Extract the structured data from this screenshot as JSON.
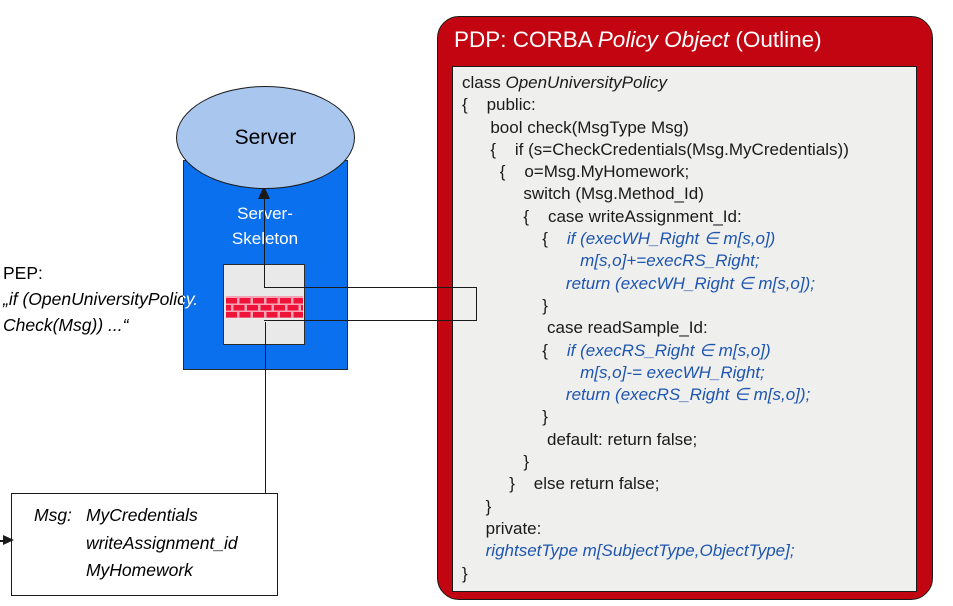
{
  "colors": {
    "pdp_red": "#c20511",
    "code_blue": "#1e55b0",
    "server_blue": "#0a70ee",
    "ellipse_blue": "#a9c6ef",
    "brick_red": "#ee1439",
    "mortar_pink": "#f7a3b5"
  },
  "server": {
    "label": "Server",
    "skeleton_line1": "Server-",
    "skeleton_line2": "Skeleton"
  },
  "pep": {
    "line1": "PEP:",
    "line2": "„if (OpenUniversityPolicy.",
    "line3": "Check(Msg)) ...“"
  },
  "msg_box": {
    "label": "Msg:",
    "items": [
      "MyCredentials",
      "writeAssignment_id",
      "MyHomework"
    ]
  },
  "pdp": {
    "title_segments": [
      {
        "t": "PDP: CORBA ",
        "s": "n"
      },
      {
        "t": "Policy Object",
        "s": "i"
      },
      {
        "t": " (Outline)",
        "s": "n"
      }
    ],
    "code_lines": [
      {
        "segs": [
          {
            "t": "class ",
            "s": "k"
          },
          {
            "t": "OpenUniversityPolicy",
            "s": "ki"
          }
        ]
      },
      {
        "segs": [
          {
            "t": "{    public:",
            "s": "k"
          }
        ]
      },
      {
        "segs": [
          {
            "t": "      bool check(MsgType Msg)",
            "s": "k"
          }
        ]
      },
      {
        "segs": [
          {
            "t": "      {    if (s=CheckCredentials(Msg.MyCredentials))",
            "s": "k"
          }
        ]
      },
      {
        "segs": [
          {
            "t": "        {    o=Msg.MyHomework;",
            "s": "k"
          }
        ]
      },
      {
        "segs": [
          {
            "t": "             switch (Msg.Method_Id)",
            "s": "k"
          }
        ]
      },
      {
        "segs": [
          {
            "t": "             {    case writeAssignment_Id:",
            "s": "k"
          }
        ]
      },
      {
        "segs": [
          {
            "t": "                 {    ",
            "s": "k"
          },
          {
            "t": "if (execWH_Right ∈ m[s,o])",
            "s": "b"
          }
        ]
      },
      {
        "segs": [
          {
            "t": "                         m[s,o]+=execRS_Right;",
            "s": "b"
          }
        ]
      },
      {
        "segs": [
          {
            "t": "                      return (execWH_Right ∈ m[s,o]);",
            "s": "b"
          }
        ]
      },
      {
        "segs": [
          {
            "t": "                 }",
            "s": "k"
          }
        ]
      },
      {
        "segs": [
          {
            "t": "                  case readSample_Id:",
            "s": "k"
          }
        ]
      },
      {
        "segs": [
          {
            "t": "                 {    ",
            "s": "k"
          },
          {
            "t": "if (execRS_Right ∈ m[s,o])",
            "s": "b"
          }
        ]
      },
      {
        "segs": [
          {
            "t": "                         m[s,o]-= execWH_Right;",
            "s": "b"
          }
        ]
      },
      {
        "segs": [
          {
            "t": "                      return (execRS_Right ∈ m[s,o]);",
            "s": "b"
          }
        ]
      },
      {
        "segs": [
          {
            "t": "                 }",
            "s": "k"
          }
        ]
      },
      {
        "segs": [
          {
            "t": "                  default: return false;",
            "s": "k"
          }
        ]
      },
      {
        "segs": [
          {
            "t": "             }",
            "s": "k"
          }
        ]
      },
      {
        "segs": [
          {
            "t": "          }    else return false;",
            "s": "k"
          }
        ]
      },
      {
        "segs": [
          {
            "t": "     }",
            "s": "k"
          }
        ]
      },
      {
        "segs": [
          {
            "t": "     private:",
            "s": "k"
          }
        ]
      },
      {
        "segs": [
          {
            "t": "     ",
            "s": "k"
          },
          {
            "t": "rightsetType m[SubjectType,ObjectType];",
            "s": "b"
          }
        ]
      },
      {
        "segs": [
          {
            "t": "}",
            "s": "k"
          }
        ]
      }
    ]
  }
}
